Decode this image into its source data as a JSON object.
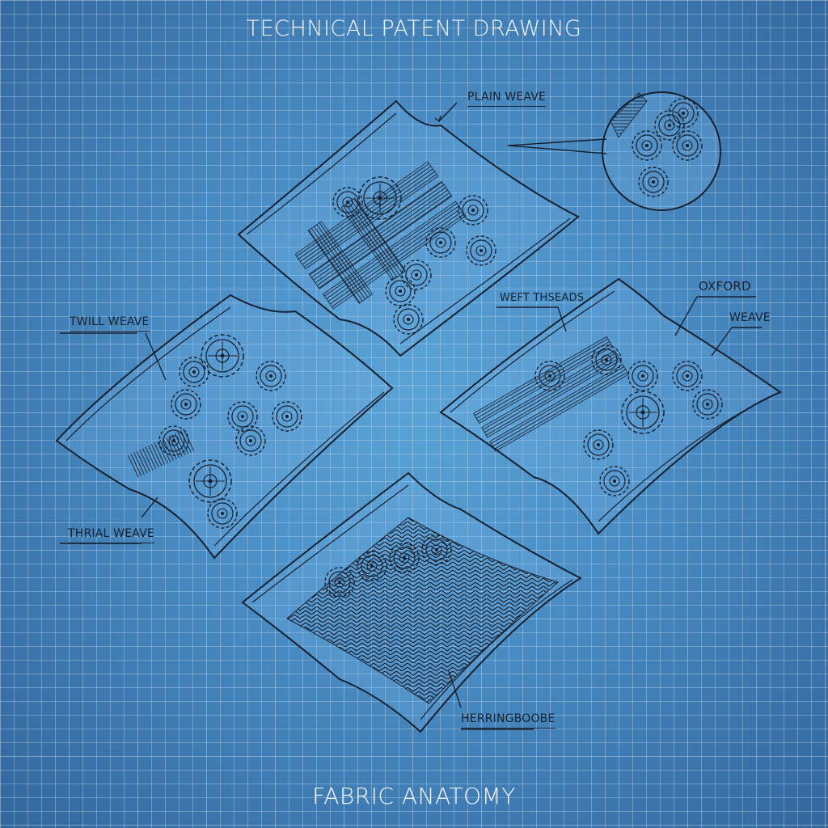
{
  "header": {
    "title": "TECHNICAL PATENT DRAWING"
  },
  "footer": {
    "title": "FABRIC ANATOMY"
  },
  "labels": {
    "plain_weave": "PLAIN WEAVE",
    "twill_weave": "TWILL WEAVE",
    "thrial_weave": "THRIAL WEAVE",
    "weft_threads": "WEFT THSEADS",
    "oxford": "OXFORD",
    "weave": "WEAVE",
    "herringbone": "HERRINGBOOBE"
  },
  "colors": {
    "background": "#4a8ec5",
    "grid_line": "#c8e1fa",
    "ink": "#17202e",
    "title_text": "#f2f6fb"
  },
  "panels": [
    {
      "name": "plain-weave-swatch",
      "content": "woven threads with gears"
    },
    {
      "name": "twill-weave-swatch",
      "content": "gears cluster"
    },
    {
      "name": "oxford-weave-swatch",
      "content": "threads with gears"
    },
    {
      "name": "herringbone-swatch",
      "content": "herringbone pattern"
    },
    {
      "name": "magnified-detail-circle",
      "content": "zoomed gears"
    }
  ]
}
